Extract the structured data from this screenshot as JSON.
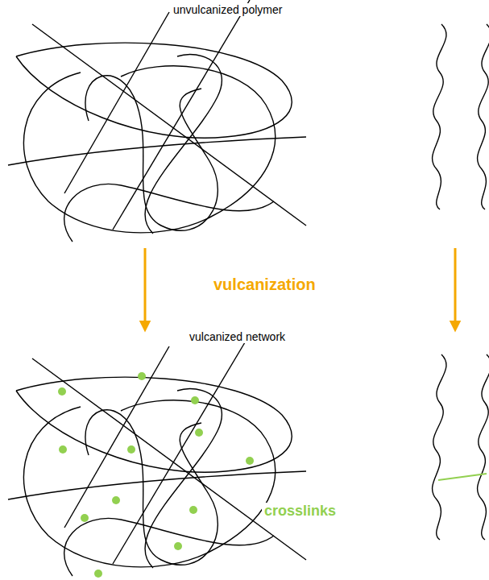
{
  "diagram": {
    "labels": [
      "unvulcanized polymer",
      "vulcanization",
      "vulcanized network",
      "crosslinks"
    ]
  }
}
